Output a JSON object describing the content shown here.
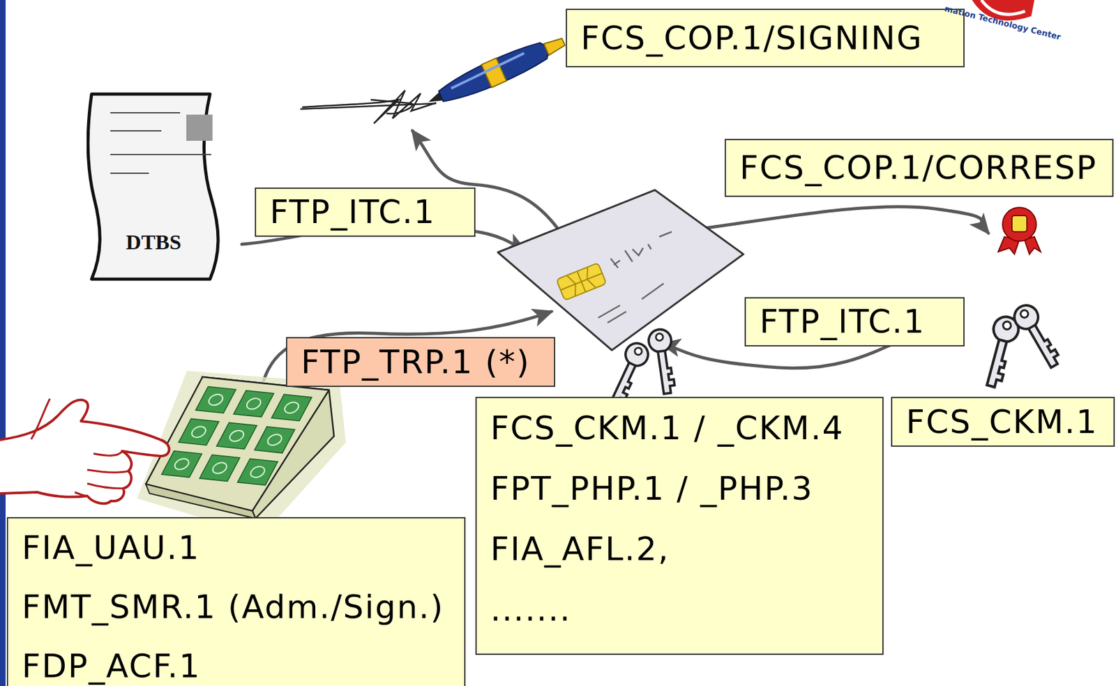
{
  "diagram": {
    "nodes": [
      {
        "text": [
          "FCS_COP.1/SIGNING"
        ]
      },
      {
        "text": [
          "DTBS"
        ]
      },
      {
        "text": [
          "FCS_COP.1/CORRESP"
        ]
      },
      {
        "text": [
          "FTP_ITC.1"
        ]
      },
      {
        "text": [
          "FTP_ITC.1"
        ]
      },
      {
        "text": [
          "FTP_TRP.1 (*)"
        ]
      },
      {
        "text": [
          "FCS_CKM.1 / _CKM.4",
          "FPT_PHP.1 / _PHP.3",
          "FIA_AFL.2,",
          "......."
        ]
      },
      {
        "text": [
          "FCS_CKM.1"
        ]
      },
      {
        "text": [
          "FIA_UAU.1",
          "FMT_SMR.1 (Adm./Sign.)",
          "FDP_ACF.1"
        ]
      }
    ],
    "labels": [
      "mation Technology Center"
    ]
  }
}
